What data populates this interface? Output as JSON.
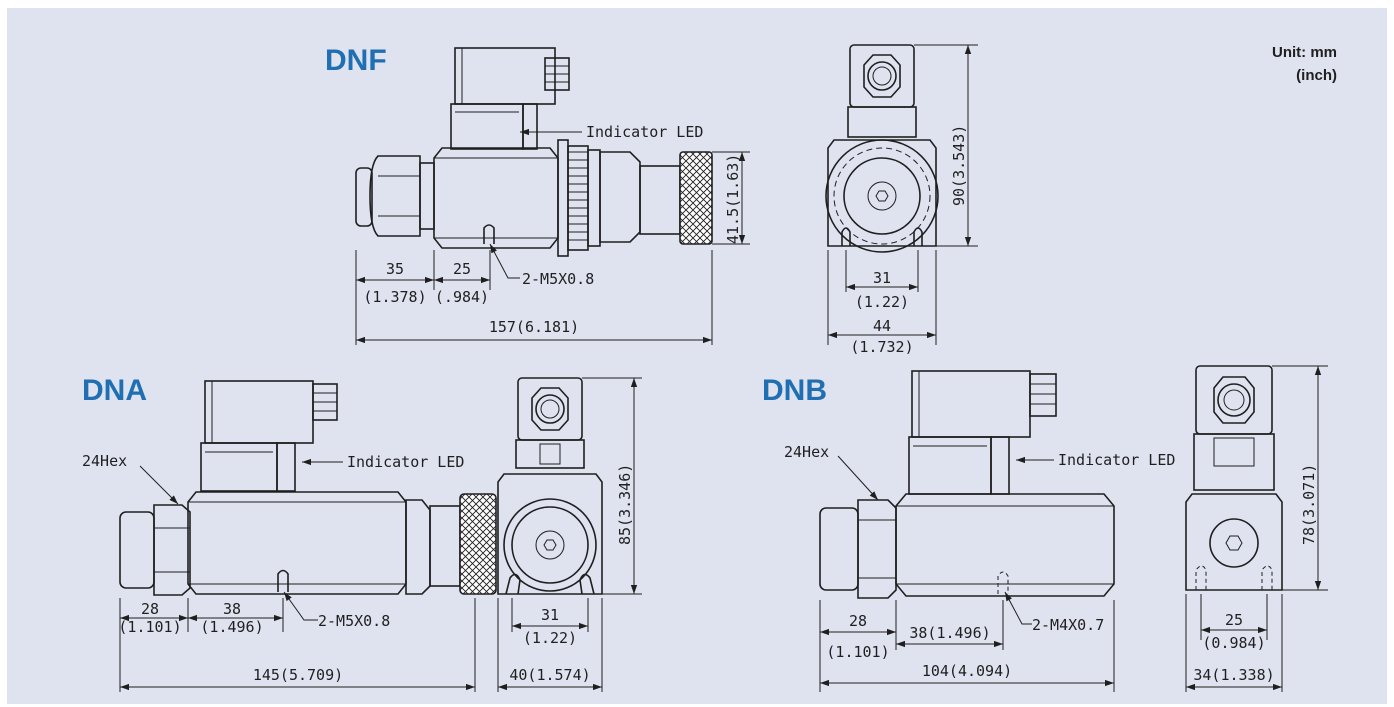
{
  "colors": {
    "title": "#1f6fb2",
    "line": "#1f1f1f",
    "panel": "#dfe3ef"
  },
  "unit": {
    "line1": "Unit: mm",
    "line2": "(inch)"
  },
  "dnf": {
    "title": "DNF",
    "indicator": "Indicator LED",
    "thread": "2-M5X0.8",
    "height": "41.5(1.63)",
    "d35": "35",
    "d35i": "(1.378)",
    "d25": "25",
    "d25i": "(.984)",
    "length": "157(6.181)",
    "side_height": "90(3.543)",
    "s31": "31",
    "s31i": "(1.22)",
    "s44": "44",
    "s44i": "(1.732)"
  },
  "dna": {
    "title": "DNA",
    "hex": "24Hex",
    "indicator": "Indicator LED",
    "thread": "2-M5X0.8",
    "d28": "28",
    "d28i": "(1.101)",
    "d38": "38",
    "d38i": "(1.496)",
    "length": "145(5.709)",
    "side_height": "85(3.346)",
    "s31": "31",
    "s31i": "(1.22)",
    "width": "40(1.574)"
  },
  "dnb": {
    "title": "DNB",
    "hex": "24Hex",
    "indicator": "Indicator LED",
    "thread": "2-M4X0.7",
    "d28": "28",
    "d28i": "(1.101)",
    "d38": "38(1.496)",
    "length": "104(4.094)",
    "side_height": "78(3.071)",
    "s25": "25",
    "s25i": "(0.984)",
    "width": "34(1.338)"
  }
}
